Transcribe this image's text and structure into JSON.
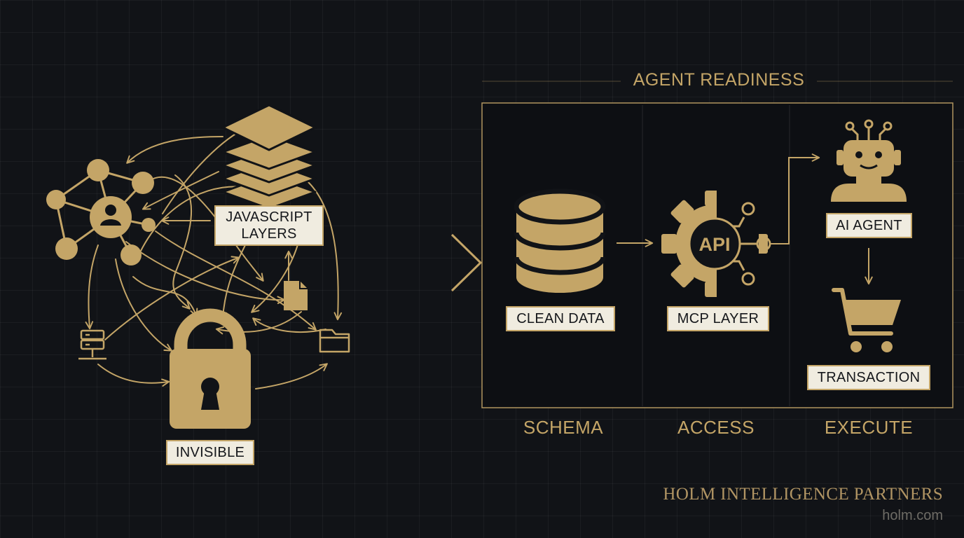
{
  "diagram": {
    "heading": "AGENT READINESS",
    "left_labels": {
      "javascript_layers": "JAVASCRIPT\nLAYERS",
      "invisible": "INVISIBLE"
    },
    "stage_labels": {
      "clean_data": "CLEAN DATA",
      "mcp_layer": "MCP LAYER",
      "ai_agent": "AI AGENT",
      "transaction": "TRANSACTION"
    },
    "api_text": "API",
    "sections": [
      "SCHEMA",
      "ACCESS",
      "EXECUTE"
    ]
  },
  "brand": {
    "name": "HOLM INTELLIGENCE PARTNERS",
    "url": "holm.com"
  },
  "colors": {
    "background": "#111317",
    "gold": "#c4a567",
    "label_bg": "#f0ece0",
    "label_text": "#15171b",
    "domain_text": "#6e6c66"
  },
  "icons": [
    "network-icon",
    "user-icon",
    "layers-icon",
    "lock-icon",
    "file-icon",
    "folder-icon",
    "server-icon",
    "arrow-right-icon",
    "database-icon",
    "gear-icon",
    "robot-icon",
    "shopping-cart-icon"
  ]
}
